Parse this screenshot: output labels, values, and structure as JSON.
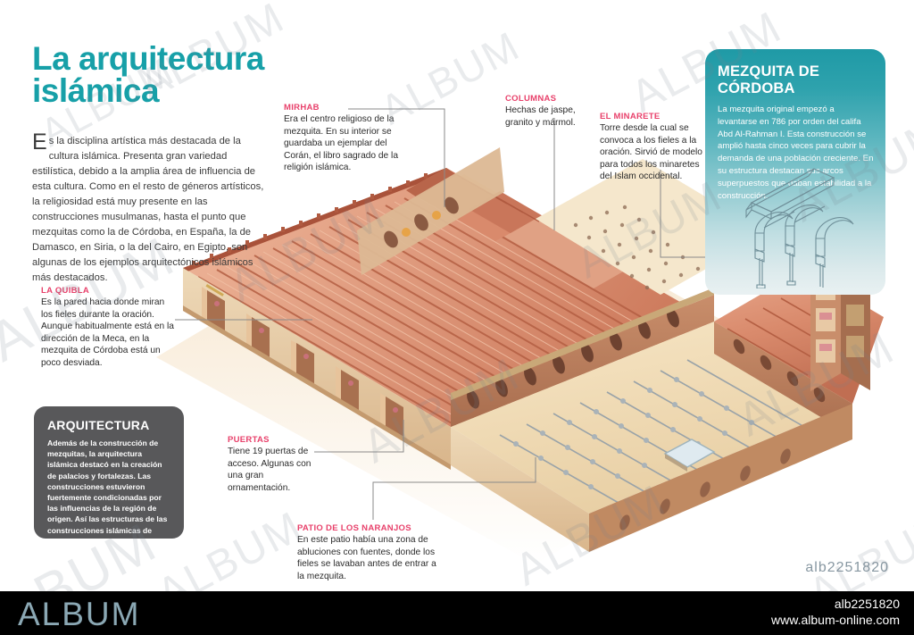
{
  "title": {
    "line1": "La arquitectura",
    "line2": "islámica"
  },
  "intro": {
    "dropcap": "E",
    "text": "s la disciplina artística más destacada de la cultura islámica. Presenta gran variedad estilística, debido a la amplia área de influencia de esta cultura. Como en el resto de géneros artísticos, la religiosidad está muy presente en las construcciones musulmanas, hasta el punto que mezquitas como la de Córdoba, en España, la de Damasco, en Siria, o la del Cairo, en Egipto, son algunas de los ejemplos arquitectónicos islámicos más destacados."
  },
  "callouts": [
    {
      "id": "mirhab",
      "title": "MIRHAB",
      "body": "Era el centro religioso de la mezquita. En su interior se guardaba un ejemplar del Corán, el libro sagrado de  la religión islámica."
    },
    {
      "id": "columnas",
      "title": "COLUMNAS",
      "body": "Hechas de jaspe, granito y mármol."
    },
    {
      "id": "minarete",
      "title": "EL MINARETE",
      "body": "Torre desde la cual se convoca a los fieles a la oración. Sirvió de modelo para todos los minaretes del Islam occidental."
    },
    {
      "id": "quibla",
      "title": "LA QUIBLA",
      "body": "Es la pared hacia donde miran los fieles durante la oración. Aunque habitualmente está en la dirección de la Meca, en la mezquita de Córdoba está un poco desviada."
    },
    {
      "id": "puertas",
      "title": "PUERTAS",
      "body": "Tiene 19 puertas de acceso. Algunas con una gran ornamentación."
    },
    {
      "id": "patio",
      "title": "PATIO DE LOS NARANJOS",
      "body": "En este patio había una zona de abluciones con fuentes, donde los fieles se lavaban antes de entrar a la mezquita."
    }
  ],
  "cordoba_panel": {
    "title": "MEZQUITA DE CÓRDOBA",
    "body": "La mezquita original empezó a levantarse en 786 por orden del califa Abd Al-Rahman I. Esta construcción se amplió hasta cinco veces para cubrir la demanda de una población creciente. En su estructura destacan sus arcos superpuestos que daban estabilidad a la construcción."
  },
  "arquitectura_panel": {
    "title": "ARQUITECTURA",
    "body": "Además de la construcción de mezquitas, la arquitectura islámica destacó en la creación de palacios y fortalezas. Las construcciones estuvieron fuertemente condicionadas por las influencias de la región de origen. Así las estructuras de las construcciones islámicas de Oriente Próximo pueden ser muy distintas de las  de África o Al-Ándalus."
  },
  "image_code": "alb2251820",
  "footer": {
    "brand": "ALBUM",
    "code": "alb2251820",
    "url": "www.album-online.com"
  },
  "watermark": {
    "text": "ALBUM"
  },
  "colors": {
    "title_teal": "#17a0a8",
    "callout_pink": "#e8416b",
    "panel_teal": "#1f9aa6",
    "panel_gray": "#58585a",
    "footer_bg": "#000000",
    "footer_brand": "#8ba8b4",
    "roof_terracotta": "#c9654a",
    "roof_light": "#e8a88c",
    "wall_sand": "#e4c69f",
    "courtyard": "#f0d9b4"
  }
}
